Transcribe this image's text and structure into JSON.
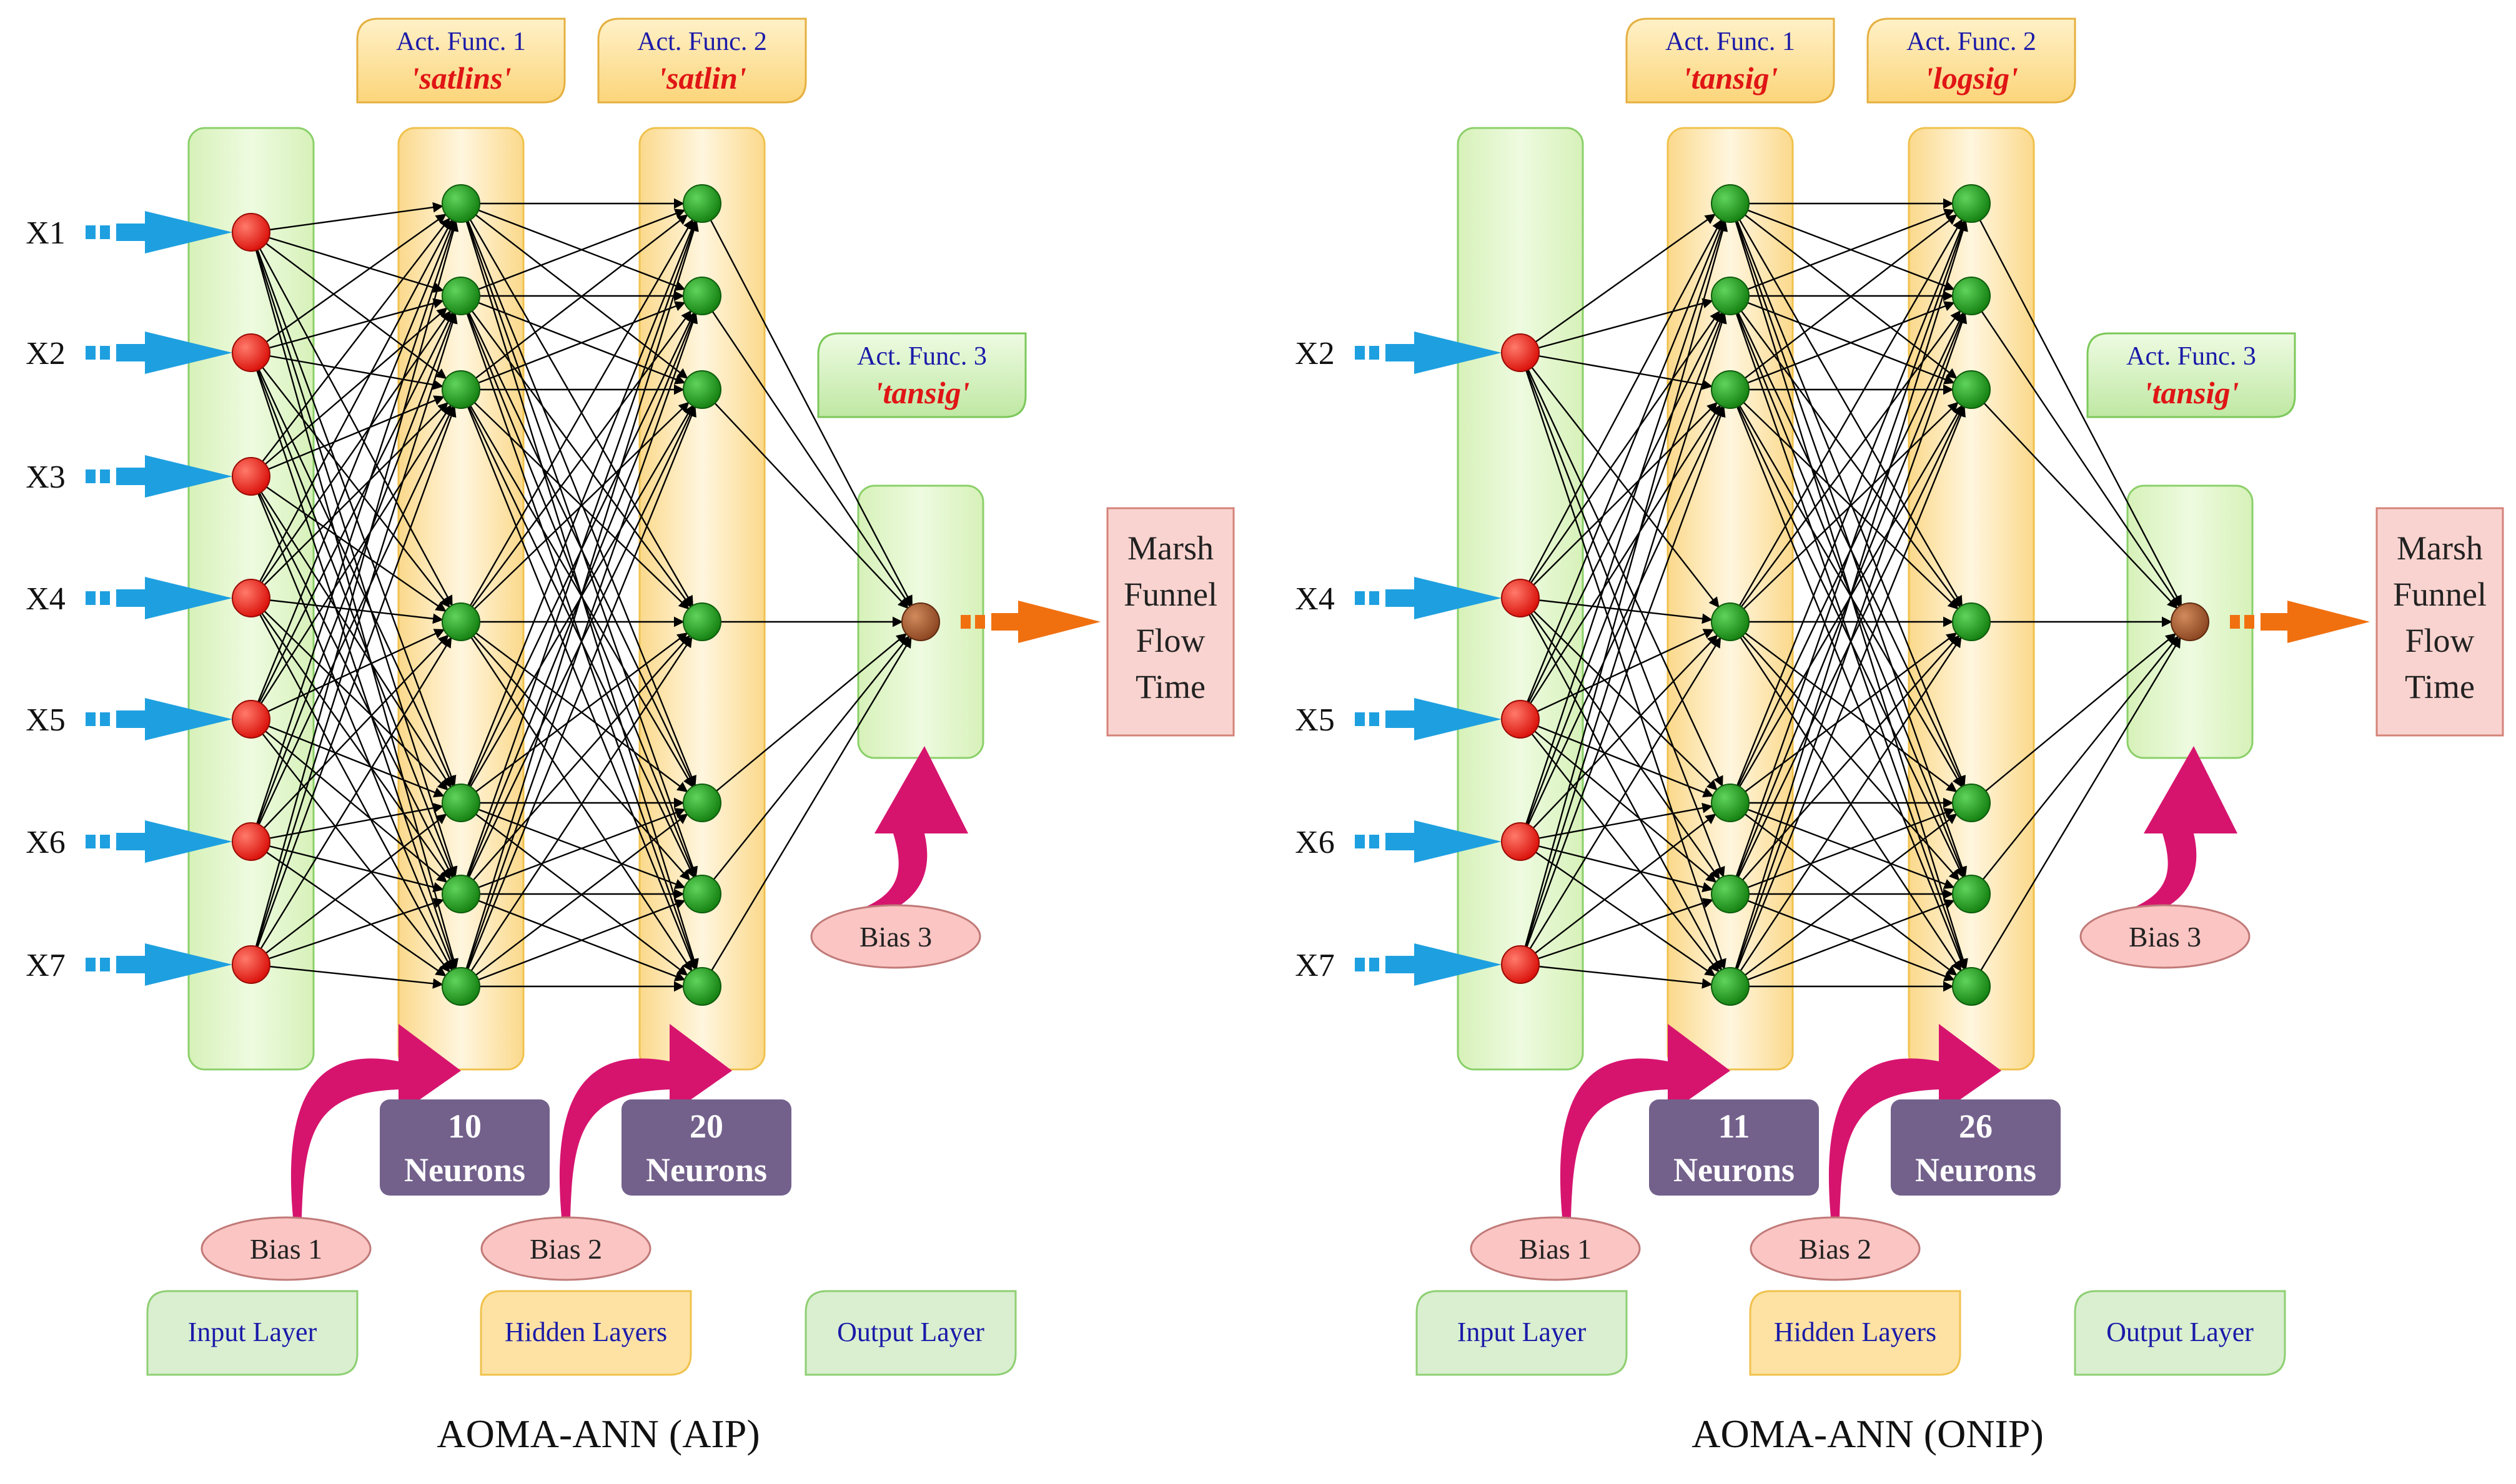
{
  "panels": [
    {
      "title": "AOMA-ANN (AIP)",
      "inputs": [
        "X1",
        "X2",
        "X3",
        "X4",
        "X5",
        "X6",
        "X7"
      ],
      "act_funcs": [
        {
          "title": "Act. Func. 1",
          "name": "'satlins'"
        },
        {
          "title": "Act. Func. 2",
          "name": "'satlin'"
        },
        {
          "title": "Act. Func. 3",
          "name": "'tansig'"
        }
      ],
      "hidden_counts": [
        {
          "number": "10",
          "label": "Neurons"
        },
        {
          "number": "20",
          "label": "Neurons"
        }
      ],
      "biases": [
        "Bias 1",
        "Bias 2",
        "Bias 3"
      ],
      "output_label": [
        "Marsh",
        "Funnel",
        "Flow",
        "Time"
      ],
      "legend": [
        "Input Layer",
        "Hidden Layers",
        "Output Layer"
      ]
    },
    {
      "title": "AOMA-ANN (ONIP)",
      "inputs": [
        "X2",
        "X4",
        "X5",
        "X6",
        "X7"
      ],
      "act_funcs": [
        {
          "title": "Act. Func. 1",
          "name": "'tansig'"
        },
        {
          "title": "Act. Func. 2",
          "name": "'logsig'"
        },
        {
          "title": "Act. Func. 3",
          "name": "'tansig'"
        }
      ],
      "hidden_counts": [
        {
          "number": "11",
          "label": "Neurons"
        },
        {
          "number": "26",
          "label": "Neurons"
        }
      ],
      "biases": [
        "Bias 1",
        "Bias 2",
        "Bias 3"
      ],
      "output_label": [
        "Marsh",
        "Funnel",
        "Flow",
        "Time"
      ],
      "legend": [
        "Input Layer",
        "Hidden Layers",
        "Output Layer"
      ]
    }
  ],
  "colors": {
    "input_node": "#e8140e",
    "hidden_node": "#1f9b1c",
    "output_node": "#a0522d",
    "input_arrow": "#1ea0e0",
    "output_arrow": "#f07010",
    "bias_arrow": "#d6146e",
    "neurons_box": "#73618c",
    "green_layer": "#e4f6cf",
    "hidden_layer": "#fde3a1",
    "output_box": "#f9d3cf"
  }
}
